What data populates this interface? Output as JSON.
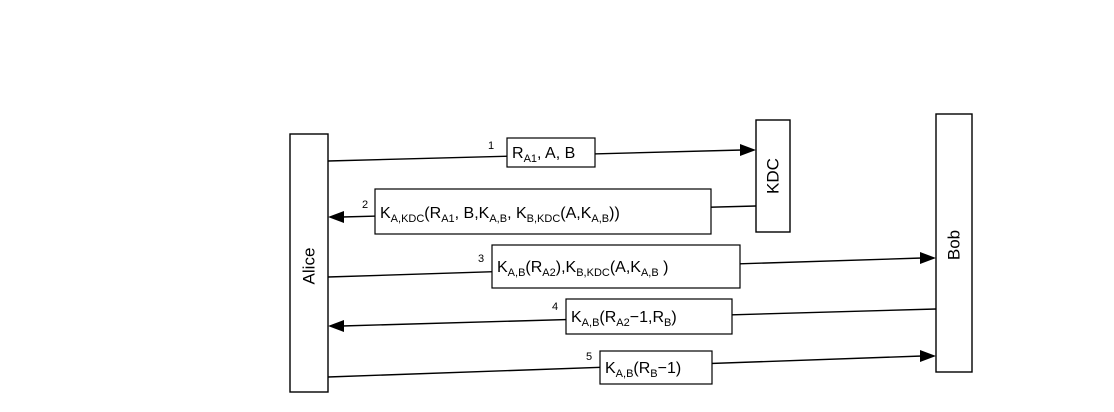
{
  "entities": {
    "alice": {
      "label": "Alice"
    },
    "kdc": {
      "label": "KDC"
    },
    "bob": {
      "label": "Bob"
    }
  },
  "messages": [
    {
      "step": "1",
      "from": "alice",
      "to": "kdc",
      "text": "RA1, A, B",
      "segments": [
        {
          "t": "R"
        },
        {
          "t": "A1",
          "sub": true
        },
        {
          "t": ", A, B"
        }
      ]
    },
    {
      "step": "2",
      "from": "kdc",
      "to": "alice",
      "text": "KA,KDC(RA1, B,KA,B, KB,KDC(A,KA,B))",
      "segments": [
        {
          "t": "K"
        },
        {
          "t": "A,KDC",
          "sub": true
        },
        {
          "t": "(R"
        },
        {
          "t": "A1",
          "sub": true
        },
        {
          "t": ", B,K"
        },
        {
          "t": "A,B",
          "sub": true
        },
        {
          "t": ", K"
        },
        {
          "t": "B,KDC",
          "sub": true
        },
        {
          "t": "(A,K"
        },
        {
          "t": "A,B",
          "sub": true
        },
        {
          "t": "))"
        }
      ]
    },
    {
      "step": "3",
      "from": "alice",
      "to": "bob",
      "text": "KA,B(RA2),KB,KDC(A,KA,B )",
      "segments": [
        {
          "t": "K"
        },
        {
          "t": "A,B",
          "sub": true
        },
        {
          "t": "(R"
        },
        {
          "t": "A2",
          "sub": true
        },
        {
          "t": "),K"
        },
        {
          "t": "B,KDC",
          "sub": true
        },
        {
          "t": "(A,K"
        },
        {
          "t": "A,B",
          "sub": true
        },
        {
          "t": " )"
        }
      ]
    },
    {
      "step": "4",
      "from": "bob",
      "to": "alice",
      "text": "KA,B(RA2−1,RB)",
      "segments": [
        {
          "t": "K"
        },
        {
          "t": "A,B",
          "sub": true
        },
        {
          "t": "(R"
        },
        {
          "t": "A2",
          "sub": true
        },
        {
          "t": "−1,R"
        },
        {
          "t": "B",
          "sub": true
        },
        {
          "t": ")"
        }
      ]
    },
    {
      "step": "5",
      "from": "alice",
      "to": "bob",
      "text": "KA,B(RB−1)",
      "segments": [
        {
          "t": "K"
        },
        {
          "t": "A,B",
          "sub": true
        },
        {
          "t": "(R"
        },
        {
          "t": "B",
          "sub": true
        },
        {
          "t": "−1)"
        }
      ]
    }
  ]
}
